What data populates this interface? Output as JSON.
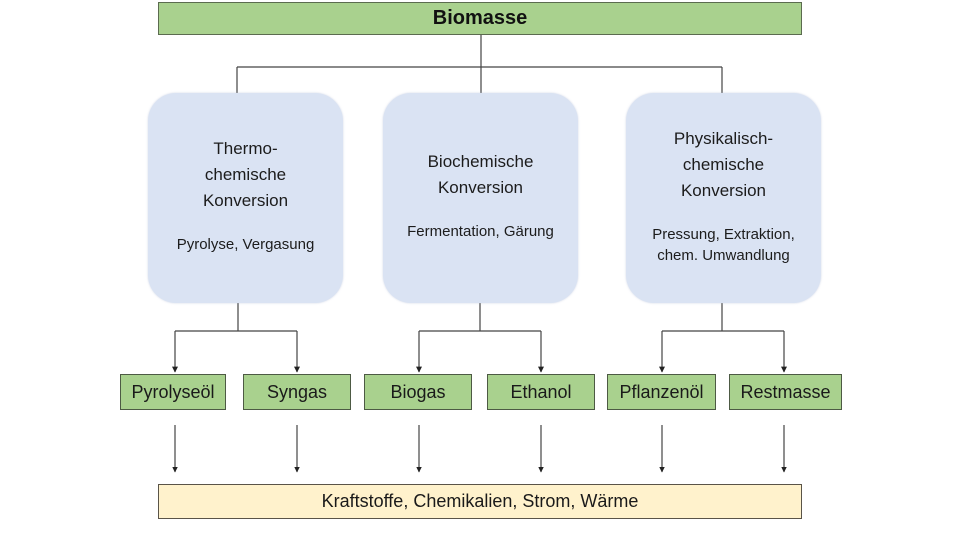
{
  "root": {
    "label": "Biomasse"
  },
  "processes": [
    {
      "title": "Thermo-\nchemische\nKonversion",
      "subtitle": "Pyrolyse, Vergasung",
      "products": [
        "Pyrolyseöl",
        "Syngas"
      ]
    },
    {
      "title": "Biochemische\nKonversion",
      "subtitle": "Fermentation, Gärung",
      "products": [
        "Biogas",
        "Ethanol"
      ]
    },
    {
      "title": "Physikalisch-\nchemische\nKonversion",
      "subtitle": "Pressung, Extraktion,\nchem. Umwandlung",
      "products": [
        "Pflanzenöl",
        "Restmasse"
      ]
    }
  ],
  "output": {
    "label": "Kraftstoffe, Chemikalien, Strom, Wärme"
  },
  "colors": {
    "root_fill": "#a9d18e",
    "process_fill": "#dae3f3",
    "product_fill": "#a9d18e",
    "output_fill": "#fff2cc",
    "connector": "#333333"
  }
}
